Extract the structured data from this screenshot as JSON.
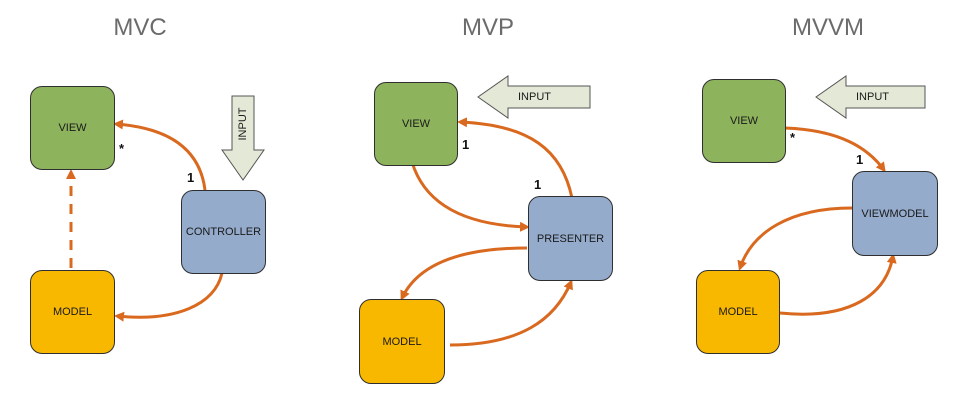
{
  "diagrams": {
    "mvc": {
      "title": "MVC",
      "view": "VIEW",
      "controller": "CONTROLLER",
      "model": "MODEL",
      "input": "INPUT",
      "mult_view": "*",
      "mult_controller": "1"
    },
    "mvp": {
      "title": "MVP",
      "view": "VIEW",
      "presenter": "PRESENTER",
      "model": "MODEL",
      "input": "INPUT",
      "mult_view": "1",
      "mult_presenter": "1"
    },
    "mvvm": {
      "title": "MVVM",
      "view": "VIEW",
      "viewmodel": "VIEWMODEL",
      "model": "MODEL",
      "input": "INPUT",
      "mult_view": "*",
      "mult_viewmodel": "1"
    }
  },
  "colors": {
    "view": "#8db35c",
    "controller": "#94abcc",
    "model": "#f9b800",
    "arrow": "#d9691f",
    "input_arrow": "#e3e9d6",
    "title": "#6b6b6b"
  }
}
